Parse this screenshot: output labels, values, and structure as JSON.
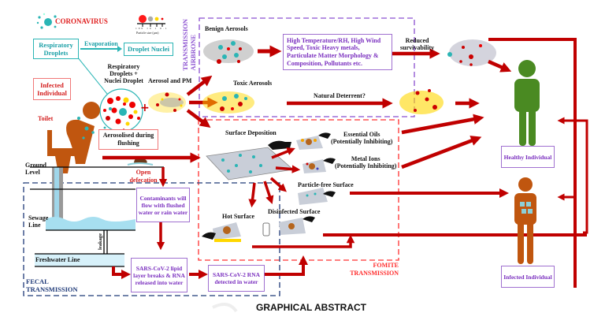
{
  "legend": {
    "coronavirus_label": "CORONAVIRUS",
    "particle_size_ticks": [
      "100",
      "10",
      "1",
      "0.1"
    ],
    "particle_size_label": "Particle size (µm)"
  },
  "airborne": {
    "section_label_line1": "AIRBRONE",
    "section_label_line2": "TRANSMISSION",
    "benign_aerosols": "Benign Aerosols",
    "toxic_aerosols": "Toxic Aerosols",
    "factors_box": "High Temperature/RH, High Wind Speed, Toxic Heavy metals, Particulate Matter Morphology & Composition, Pollutants etc.",
    "natural_deterrent": "Natural Deterrent?",
    "reduced_survivability_line1": "Reduced",
    "reduced_survivability_line2": "survivability"
  },
  "source": {
    "respiratory_droplets": "Respiratory Droplets",
    "evaporation": "Evaporation",
    "droplet_nuclei": "Droplet Nuclei",
    "resp_plus_nuclei_line1": "Respiratory",
    "resp_plus_nuclei_line2": "Droplets +",
    "resp_plus_nuclei_line3": "Nuclei Droplet",
    "aerosol_and_pm": "Aerosol and PM",
    "infected_individual": "Infected Individual",
    "toilet": "Toilet",
    "aerosolised_flushing": "Aerosolised during flushing",
    "ground_level_line1": "Ground",
    "ground_level_line2": "Level",
    "open_defecation_line1": "Open",
    "open_defecation_line2": "defecation"
  },
  "fomite": {
    "surface_deposition": "Surface Deposition",
    "essential_oils": "Essential Oils",
    "essential_oils_note": "(Potentially Inhibiting)",
    "metal_ions": "Metal Ions",
    "metal_ions_note": "(Potentially Inhibiting)",
    "particle_free_surface": "Particle-free Surface",
    "hot_surface": "Hot Surface",
    "disinfected_surface": "Disinfected Surface",
    "section_label_line1": "FOMITE",
    "section_label_line2": "TRANSMISSION"
  },
  "fecal": {
    "contaminants_box": "Contaminants will flow with flushed water or rain water",
    "sewage_line_1": "Sewage",
    "sewage_line_2": "Line",
    "leakage": "leakage",
    "freshwater_line": "Freshwater Line",
    "lipid_box": "SARS-CoV-2 lipid layer breaks & RNA released into water",
    "rna_detected_box": "SARS-CoV-2 RNA detected in water",
    "section_label_line1": "FECAL",
    "section_label_line2": "TRANSMISSION"
  },
  "outcomes": {
    "healthy_individual": "Healthy Individual",
    "infected_individual": "Infected Individual"
  },
  "footer": {
    "title": "GRAPHICAL ABSTRACT"
  },
  "colors": {
    "arrow_red": "#c00000",
    "healthy_green": "#4a8a22",
    "infected_orange": "#c0560f",
    "airborne_purple": "#8a4fd0",
    "fomite_red": "#ff3030",
    "fecal_navy": "#1f3a78",
    "teal": "#2bb5b5"
  }
}
